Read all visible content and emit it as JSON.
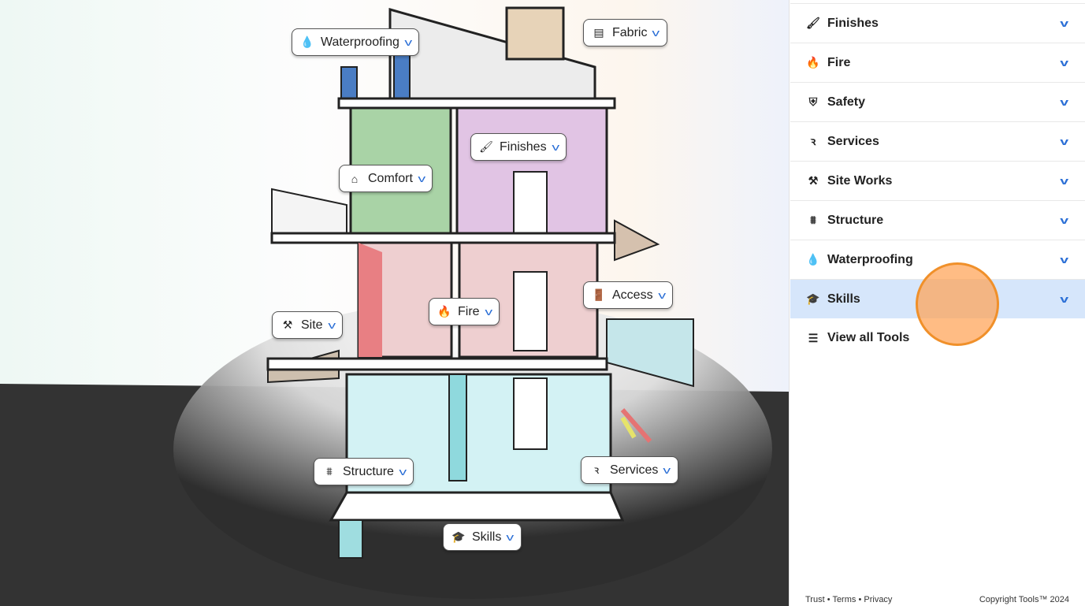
{
  "scene": {
    "tags": [
      {
        "id": "waterproofing",
        "label": "Waterproofing",
        "icon": "💧"
      },
      {
        "id": "fabric",
        "label": "Fabric",
        "icon": "▤"
      },
      {
        "id": "finishes",
        "label": "Finishes",
        "icon": "🖌"
      },
      {
        "id": "comfort",
        "label": "Comfort",
        "icon": "⌂"
      },
      {
        "id": "access",
        "label": "Access",
        "icon": "🚪"
      },
      {
        "id": "fire",
        "label": "Fire",
        "icon": "🔥"
      },
      {
        "id": "site",
        "label": "Site",
        "icon": "⚒"
      },
      {
        "id": "structure",
        "label": "Structure",
        "icon": "⩩"
      },
      {
        "id": "services",
        "label": "Services",
        "icon": "ꝛ"
      },
      {
        "id": "skills",
        "label": "Skills",
        "icon": "🎓"
      }
    ]
  },
  "sidebar": {
    "items": [
      {
        "label": "Finishes",
        "icon": "🖌"
      },
      {
        "label": "Fire",
        "icon": "🔥"
      },
      {
        "label": "Safety",
        "icon": "⛨"
      },
      {
        "label": "Services",
        "icon": "ꝛ"
      },
      {
        "label": "Site Works",
        "icon": "⚒"
      },
      {
        "label": "Structure",
        "icon": "⩩"
      },
      {
        "label": "Waterproofing",
        "icon": "💧"
      },
      {
        "label": "Skills",
        "icon": "🎓"
      }
    ],
    "view_all": {
      "label": "View all Tools",
      "icon": "☰"
    }
  },
  "footer": {
    "links": [
      "Trust",
      "Terms",
      "Privacy"
    ],
    "sep": "•",
    "copyright": "Copyright Tools™ 2024"
  },
  "colors": {
    "accent": "#2b6fd6",
    "active": "#d6e6fb",
    "cursor": "#f0902a"
  }
}
